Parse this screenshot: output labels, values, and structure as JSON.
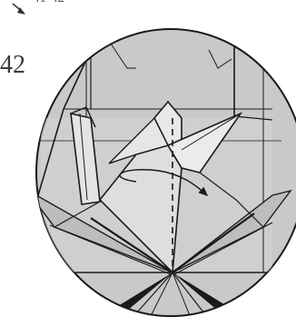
{
  "diagram": {
    "step_number": "42",
    "previous_step_partial": "41-42",
    "colors": {
      "background": "#ffffff",
      "paper": "#c9c9c9",
      "paper_light": "#dcdcdc",
      "line": "#1a1a1a",
      "crease": "#555555"
    },
    "symbols": [
      "move-arrow",
      "crease-dashed-line",
      "previous-step-arrow"
    ]
  }
}
